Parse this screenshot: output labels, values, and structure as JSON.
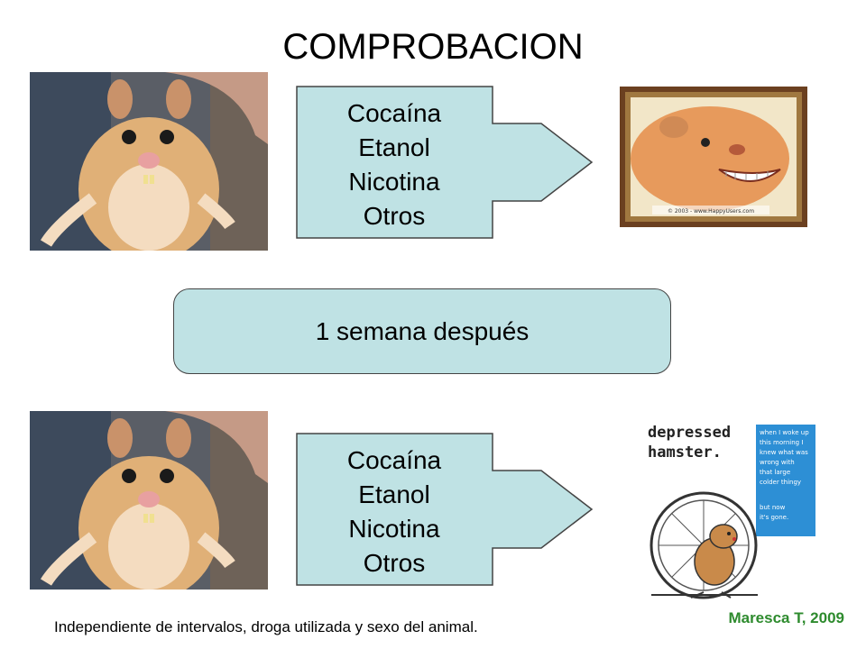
{
  "title": "COMPROBACION",
  "top_row": {
    "drugs": [
      "Cocaína",
      "Etanol",
      "Nicotina",
      "Otros"
    ],
    "result_image_caption": "© 2003 - www.HappyUsers.com"
  },
  "middle": {
    "label": "1 semana después"
  },
  "bottom_row": {
    "drugs": [
      "Cocaína",
      "Etanol",
      "Nicotina",
      "Otros"
    ],
    "cartoon_title_line1": "depressed",
    "cartoon_title_line2": "hamster.",
    "cartoon_note_lines": [
      "when I woke up",
      "this morning I",
      "knew what was",
      "wrong with",
      "that large",
      "colder thingy",
      "",
      "but now",
      "it's gone."
    ]
  },
  "footer": {
    "note": "Independiente de intervalos, droga utilizada y sexo del animal.",
    "citation": "Maresca T, 2009"
  },
  "colors": {
    "box_fill": "#bfe2e4",
    "citation": "#2e8b2e"
  }
}
